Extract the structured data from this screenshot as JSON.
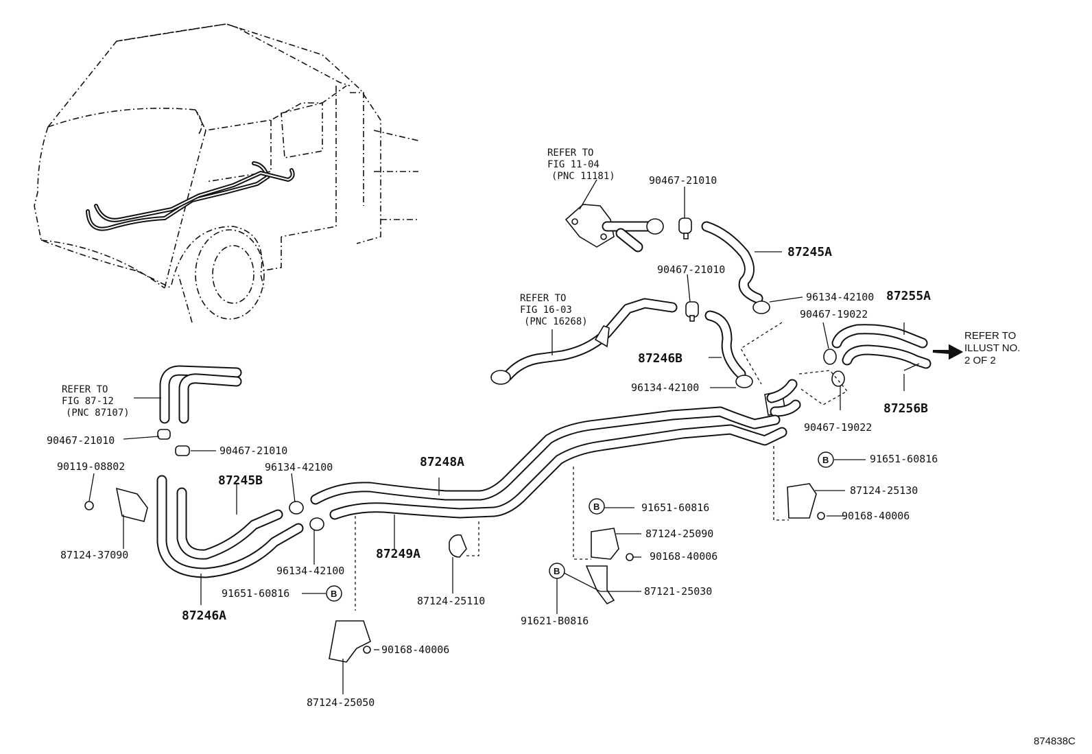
{
  "figure_id": "874838C",
  "notes": {
    "refer_11_04": [
      "REFER TO",
      "FIG 11-04",
      "(PNC 11181)"
    ],
    "refer_16_03": [
      "REFER TO",
      "FIG 16-03",
      "(PNC 16268)"
    ],
    "refer_87_12": [
      "REFER TO",
      "FIG 87-12",
      "(PNC 87107)"
    ],
    "refer_illust": [
      "REFER TO",
      "ILLUST NO.",
      "2 OF 2"
    ]
  },
  "hose_labels": {
    "h87245A": "87245A",
    "h87255A": "87255A",
    "h87246B": "87246B",
    "h87256B": "87256B",
    "h87248A": "87248A",
    "h87249A": "87249A",
    "h87245B": "87245B",
    "h87246A": "87246A"
  },
  "part_labels": {
    "p90467_21010_top": "90467-21010",
    "p90467_21010_mid": "90467-21010",
    "p96134_42100_top": "96134-42100",
    "p90467_19022_top": "90467-19022",
    "p96134_42100_mid": "96134-42100",
    "p90467_19022_bot": "90467-19022",
    "p91651_60816_right": "91651-60816",
    "p87124_25130": "87124-25130",
    "p90168_40006_right": "90168-40006",
    "p90467_21010_left1": "90467-21010",
    "p90467_21010_left2": "90467-21010",
    "p90119_08802": "90119-08802",
    "p96134_42100_left": "96134-42100",
    "p87124_37090": "87124-37090",
    "p96134_42100_left2": "96134-42100",
    "p91651_60816_mid": "91651-60816",
    "p87124_25090": "87124-25090",
    "p90168_40006_mid": "90168-40006",
    "p87121_25030": "87121-25030",
    "p91621_B0816": "91621-B0816",
    "p87124_25110": "87124-25110",
    "p91651_60816_left": "91651-60816",
    "p90168_40006_left": "90168-40006",
    "p87124_25050": "87124-25050"
  },
  "b_marker": "B"
}
